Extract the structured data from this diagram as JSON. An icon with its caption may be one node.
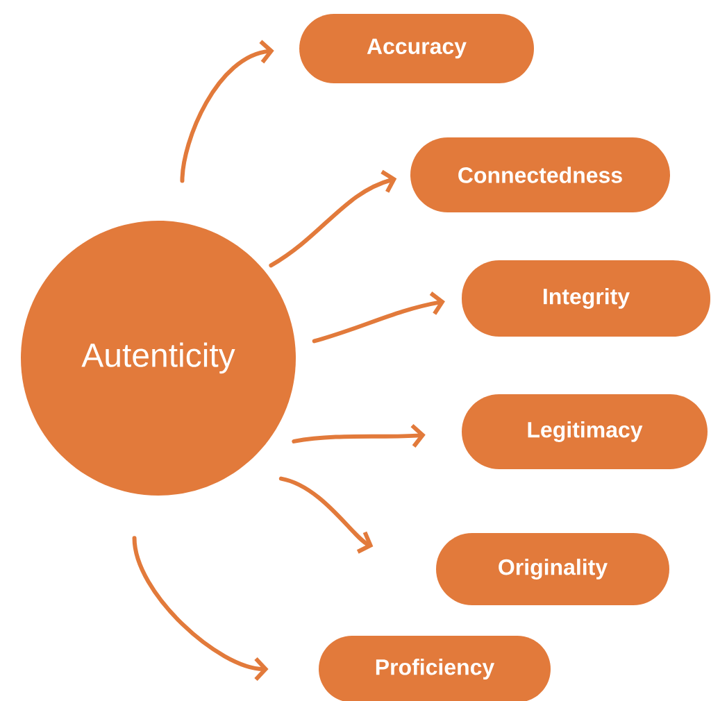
{
  "diagram": {
    "nodes": [
      {
        "text": [
          "Autenticity"
        ]
      },
      {
        "text": [
          "Accuracy"
        ]
      },
      {
        "text": [
          "Connectedness"
        ]
      },
      {
        "text": [
          "Integrity"
        ]
      },
      {
        "text": [
          "Legitimacy"
        ]
      },
      {
        "text": [
          "Originality"
        ]
      },
      {
        "text": [
          "Proficiency"
        ]
      }
    ],
    "edges": [
      {
        "from": 0,
        "to": 1,
        "arrow": "to"
      },
      {
        "from": 0,
        "to": 2,
        "arrow": "to"
      },
      {
        "from": 0,
        "to": 3,
        "arrow": "to"
      },
      {
        "from": 0,
        "to": 4,
        "arrow": "to"
      },
      {
        "from": 0,
        "to": 5,
        "arrow": "to"
      },
      {
        "from": 0,
        "to": 6,
        "arrow": "to"
      }
    ]
  }
}
